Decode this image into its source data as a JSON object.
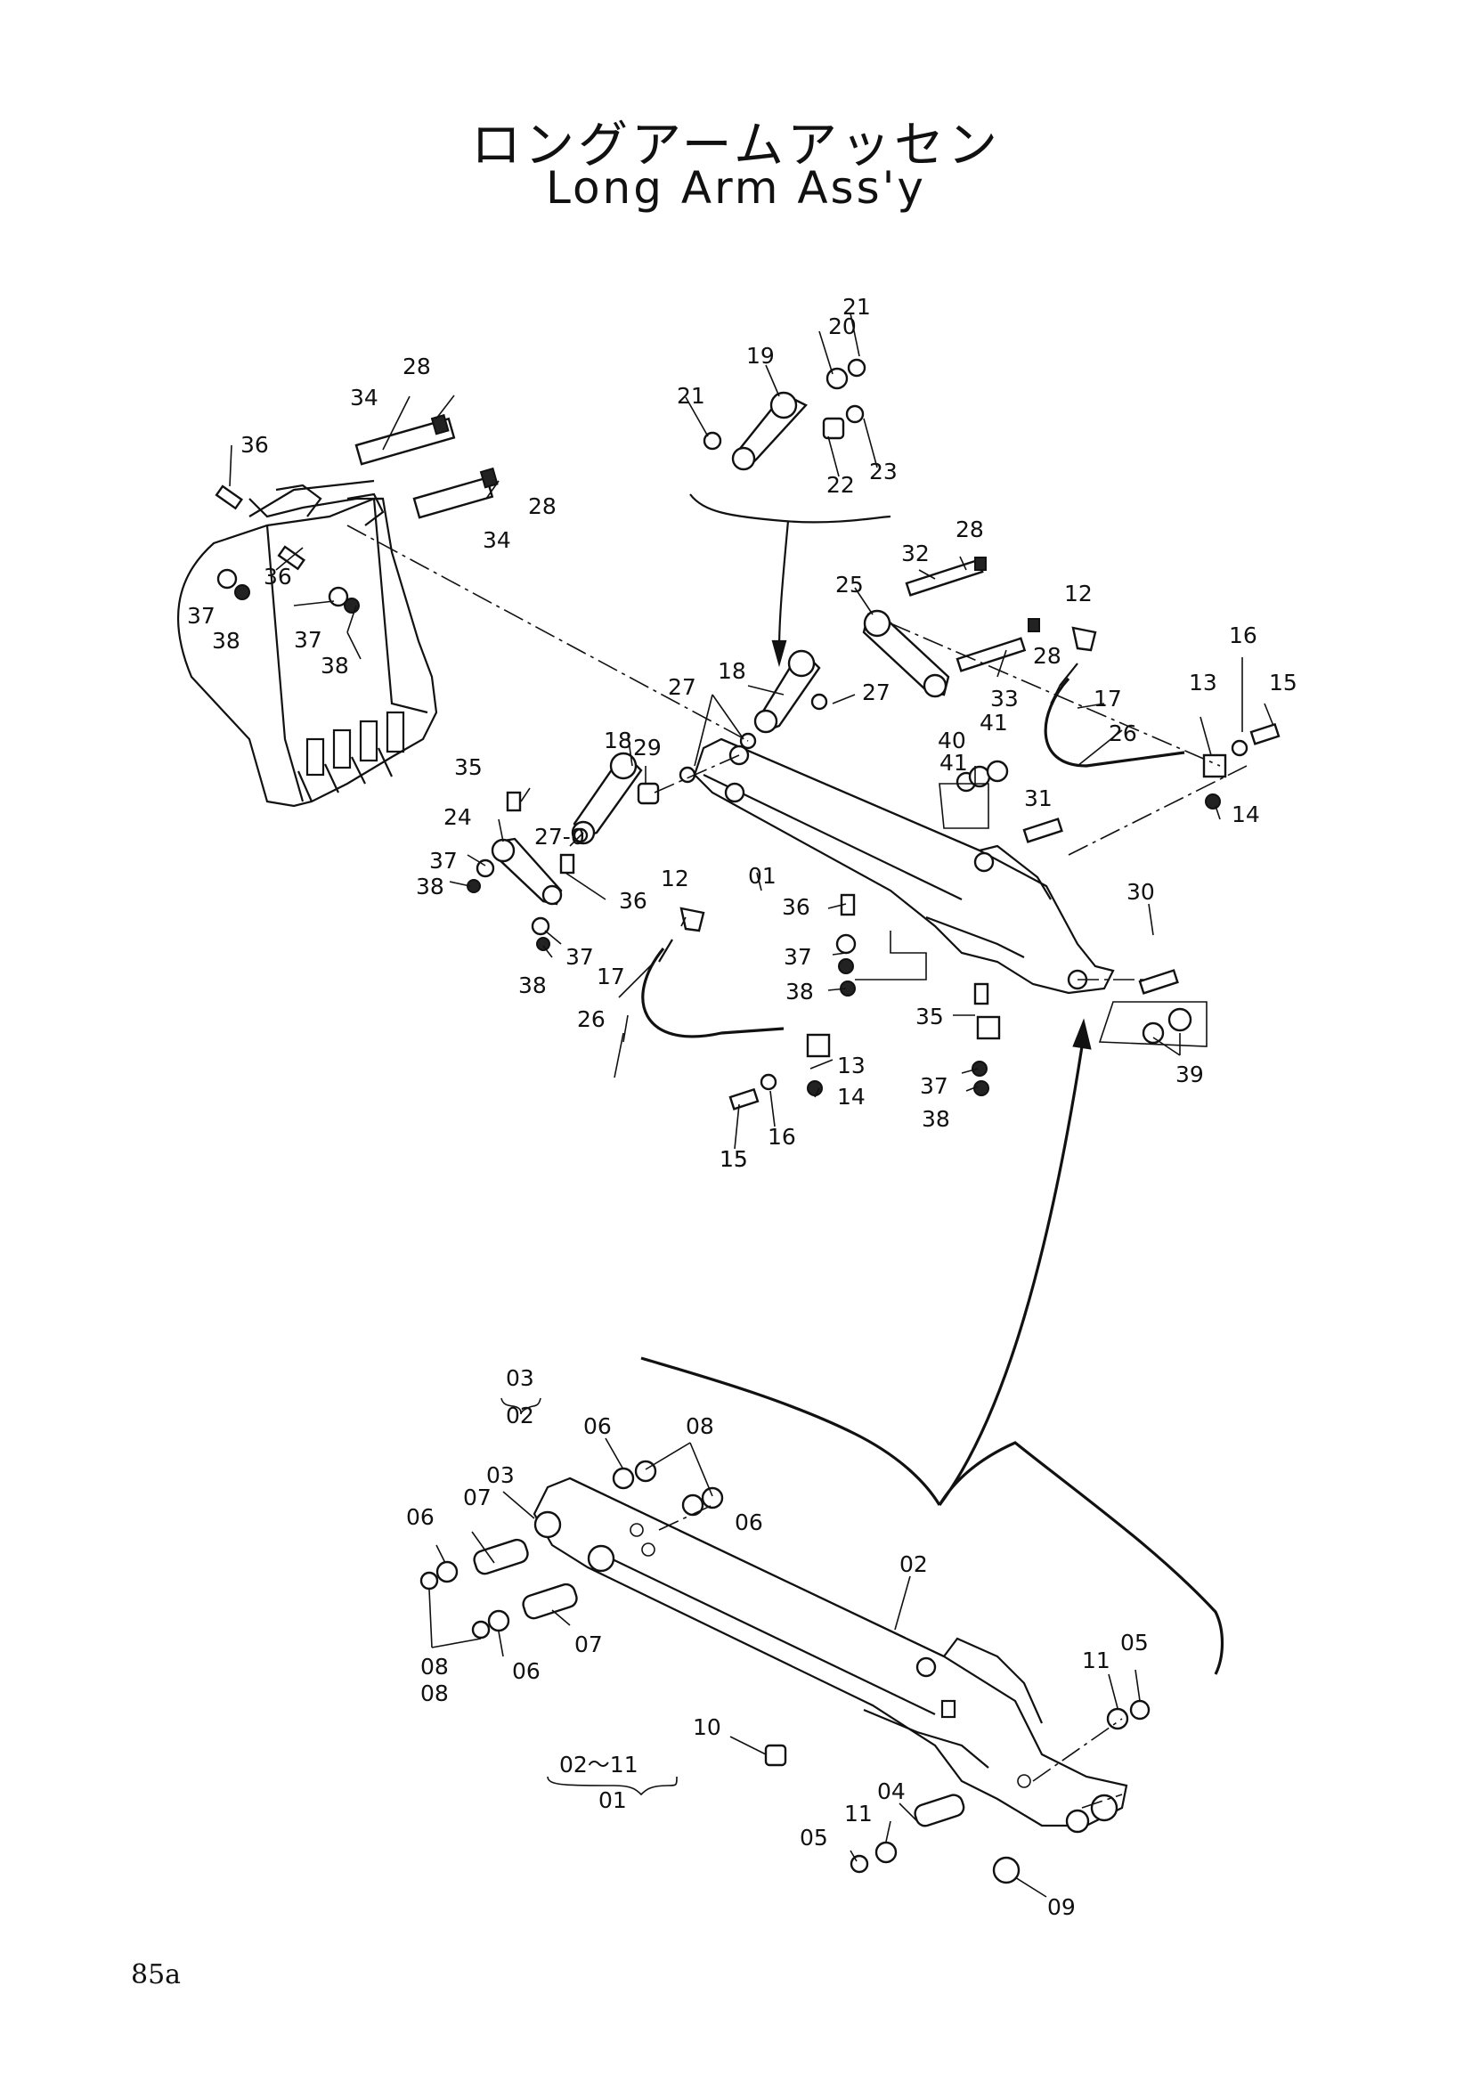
{
  "title": {
    "japanese": "ロングアームアッセン",
    "english": "Long Arm Ass'y"
  },
  "page_number": "85a",
  "diagram": {
    "upper_labels": [
      "28",
      "34",
      "36",
      "28",
      "34",
      "37",
      "36",
      "38",
      "37",
      "38",
      "21",
      "20",
      "21",
      "19",
      "22",
      "23",
      "28",
      "32",
      "25",
      "12",
      "18",
      "27",
      "27",
      "28",
      "33",
      "17",
      "15",
      "16",
      "13",
      "26",
      "40",
      "41",
      "41",
      "35",
      "18",
      "29",
      "24",
      "27-0",
      "37",
      "38",
      "01",
      "36",
      "31",
      "14",
      "12",
      "37",
      "38",
      "36",
      "37",
      "38",
      "30",
      "17",
      "35",
      "26",
      "13",
      "37",
      "38",
      "39",
      "15",
      "14",
      "16",
      "15"
    ],
    "lower_labels": [
      "06",
      "08",
      "03",
      "06",
      "07",
      "06",
      "08",
      "06",
      "07",
      "02",
      "08",
      "11",
      "05",
      "10",
      "04",
      "11",
      "05",
      "09"
    ],
    "brace_03_02": {
      "top": "03",
      "bottom": "02"
    },
    "brace_02_11_01": {
      "top": "02～11",
      "bottom": "01"
    }
  }
}
